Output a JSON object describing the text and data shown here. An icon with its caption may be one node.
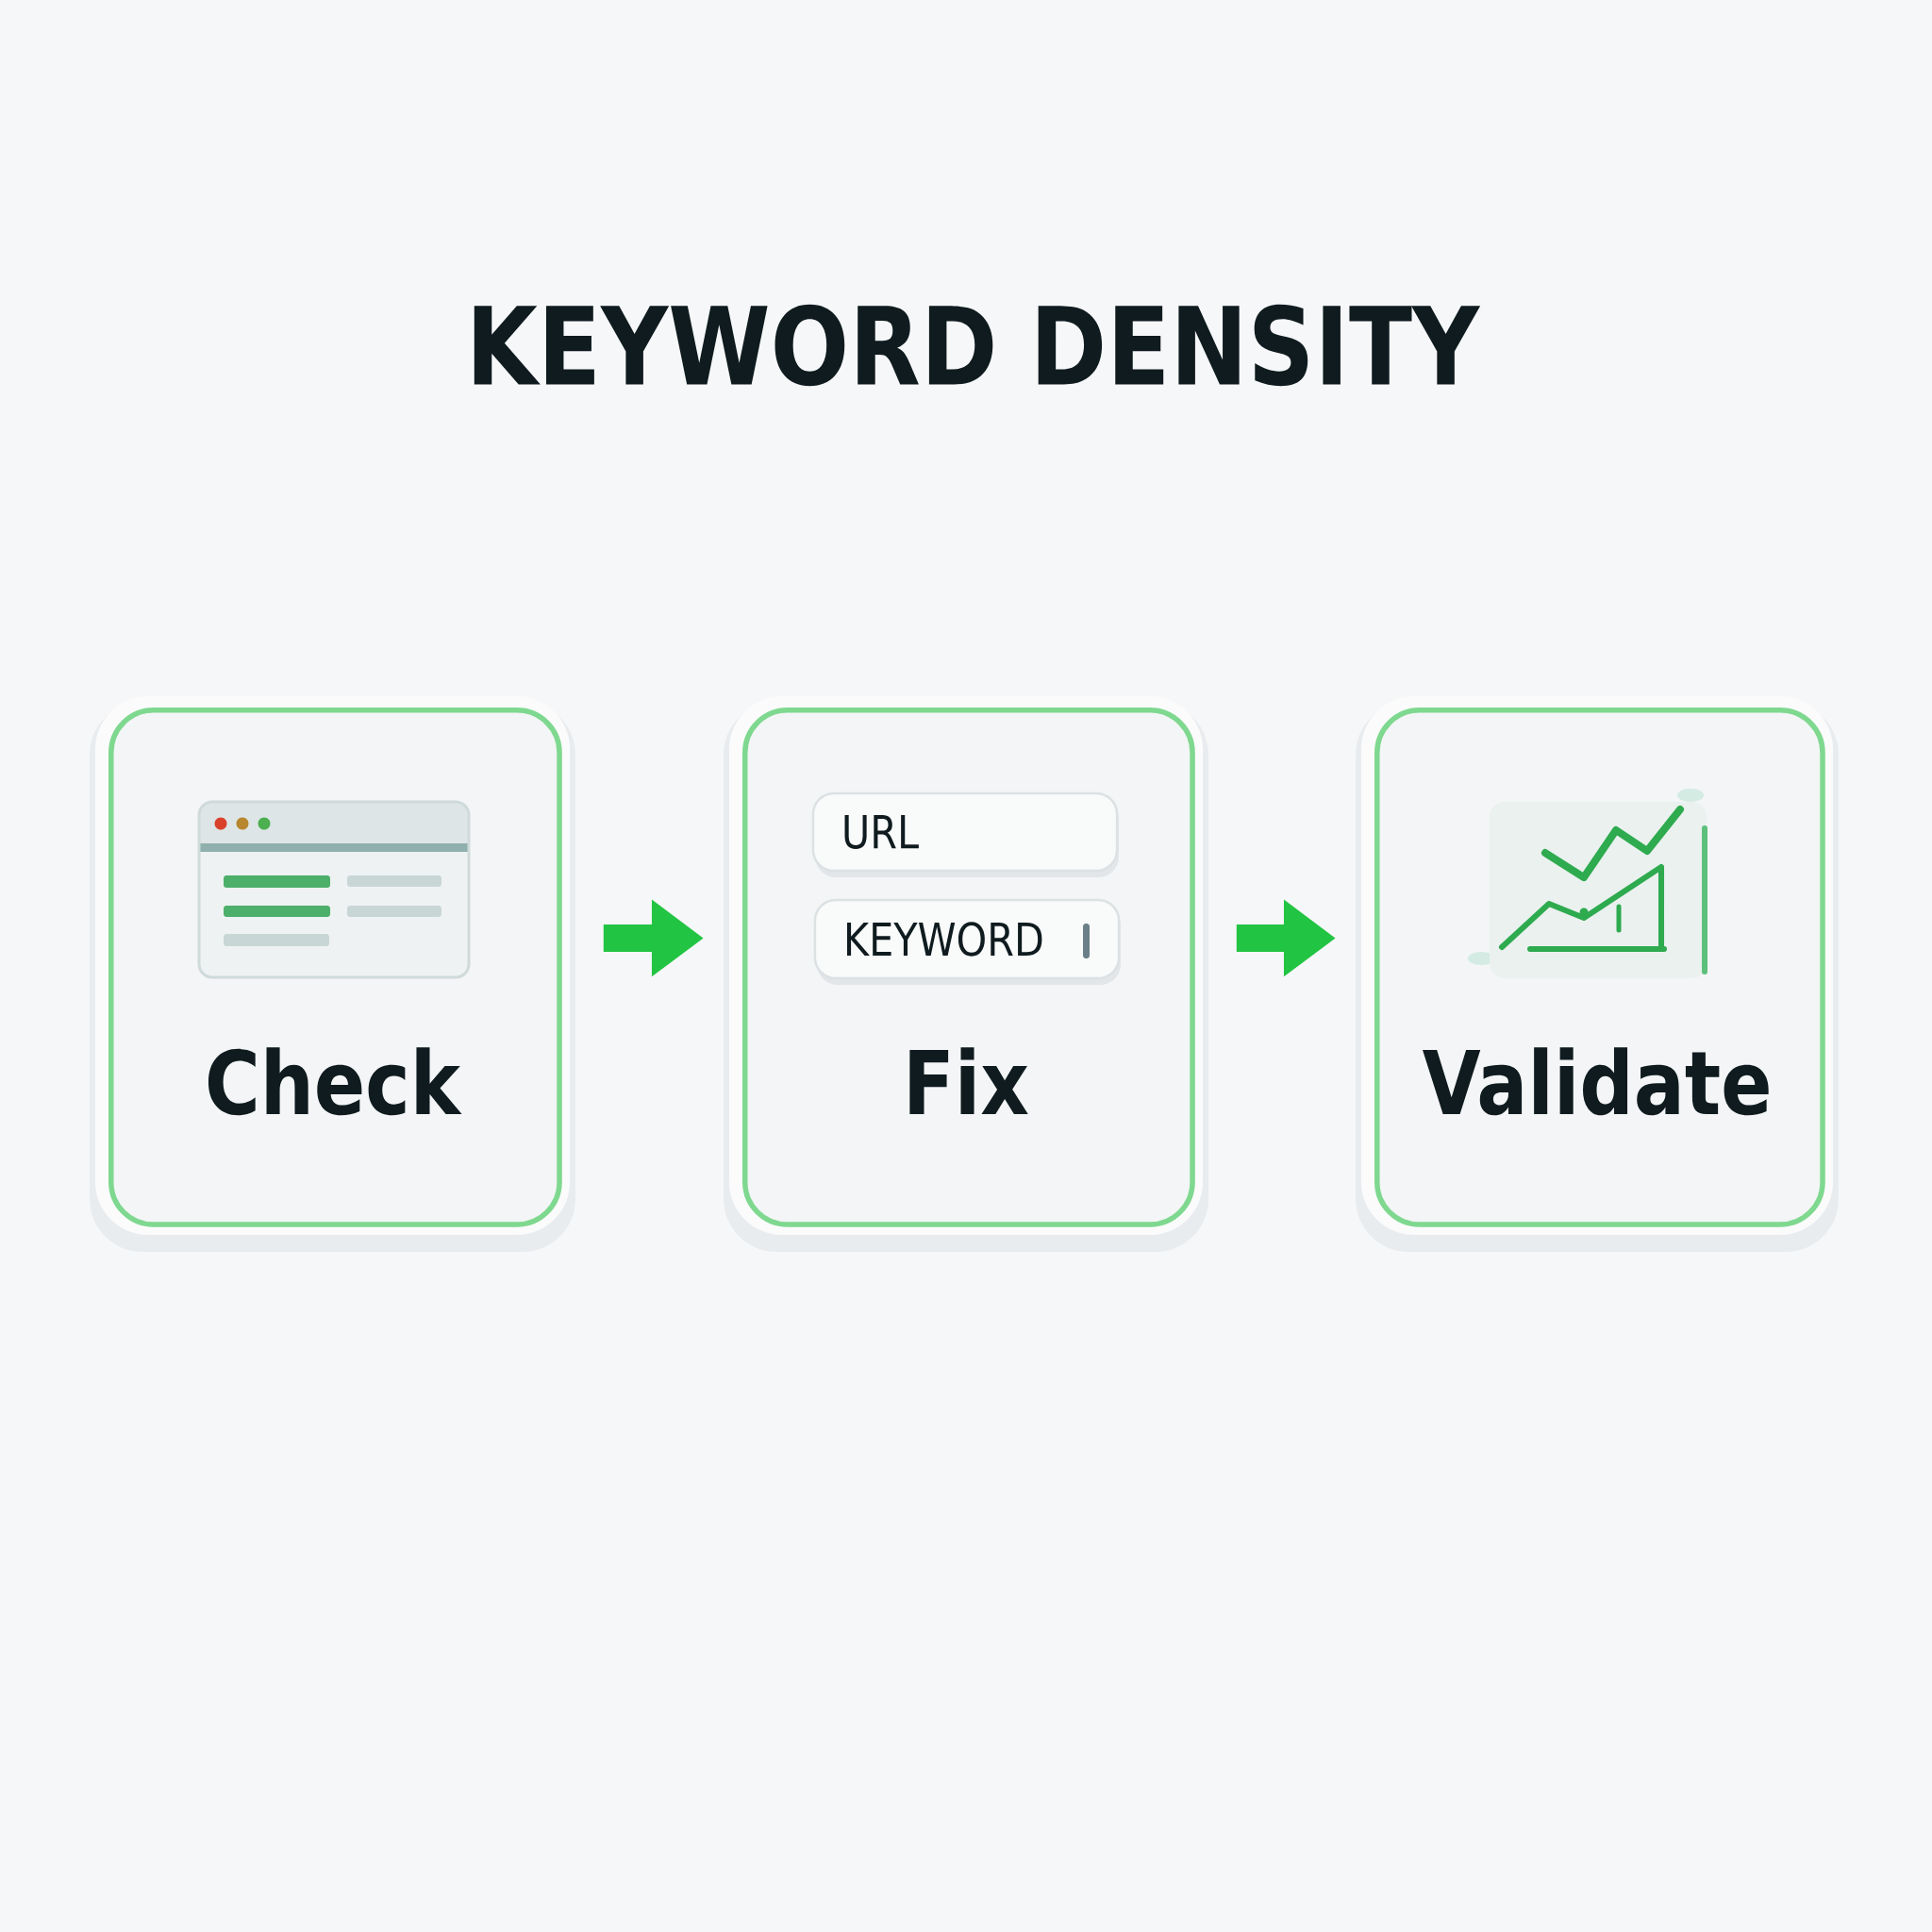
{
  "diagram": {
    "title": "KEYWORD DENSITY",
    "nodes": [
      {
        "text": [
          "Check"
        ]
      },
      {
        "text": [
          "Fix"
        ]
      },
      {
        "text": [
          "URL"
        ],
        "in": 1
      },
      {
        "text": [
          "KEYWORD"
        ],
        "in": 1
      },
      {
        "text": [
          "Validate"
        ]
      }
    ],
    "edges": [
      {
        "from": 0,
        "to": 1,
        "arrow": "to"
      },
      {
        "from": 1,
        "to": 4,
        "arrow": "to"
      }
    ]
  }
}
